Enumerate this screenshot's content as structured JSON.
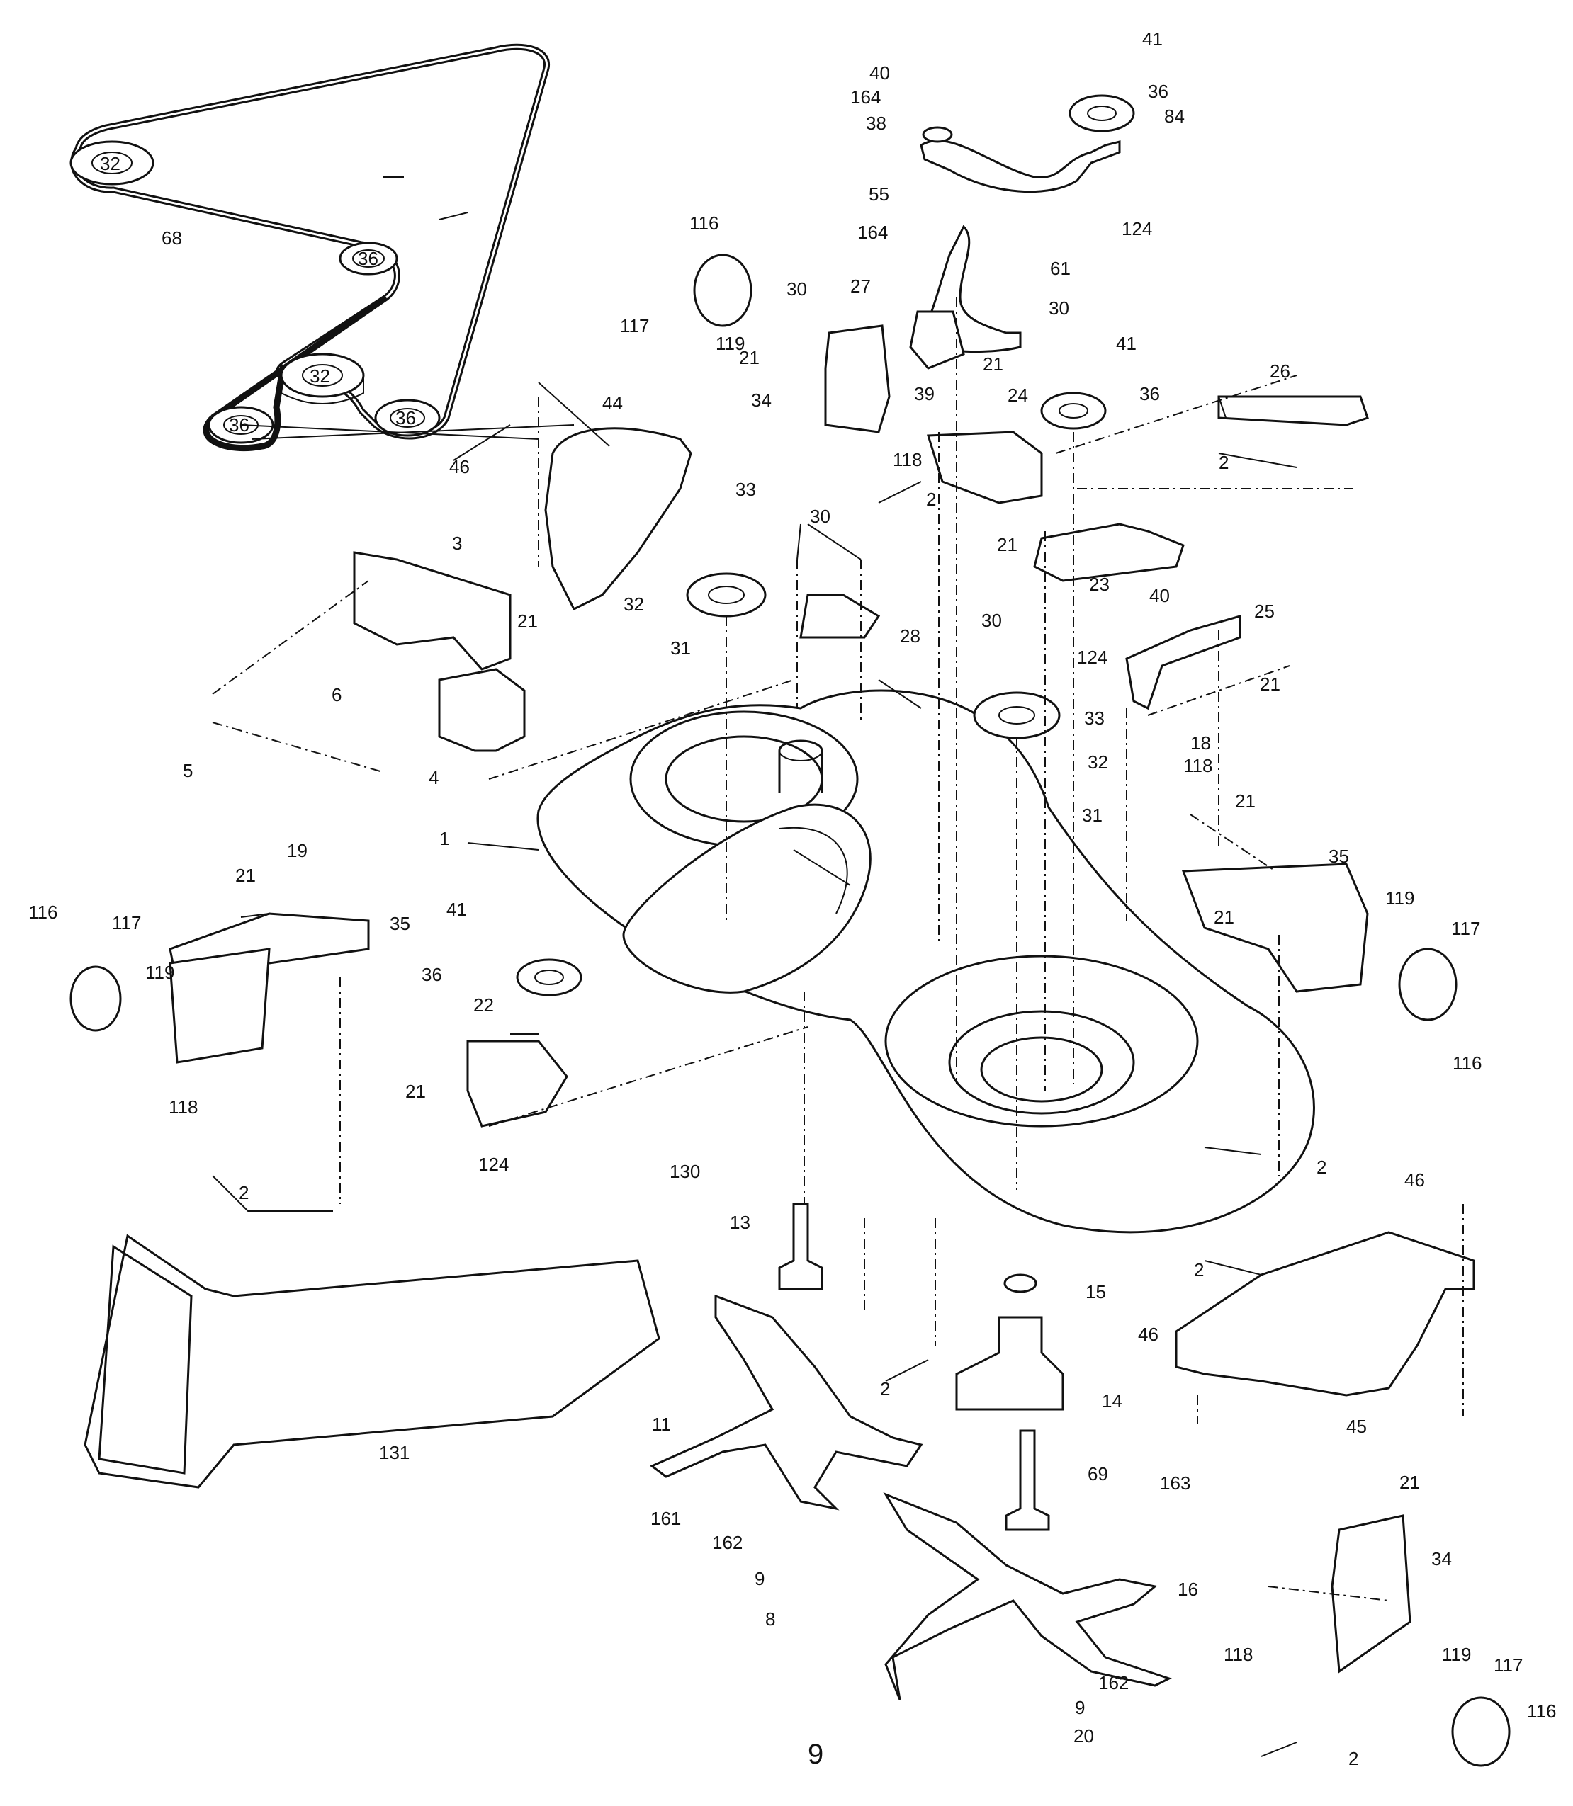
{
  "page": {
    "number": "9"
  },
  "callouts": {
    "c1": "1",
    "c2a": "2",
    "c2b": "2",
    "c2c": "2",
    "c2d": "2",
    "c2e": "2",
    "c2f": "2",
    "c2g": "2",
    "c3": "3",
    "c4": "4",
    "c5": "5",
    "c6": "6",
    "c8": "8",
    "c9a": "9",
    "c9b": "9",
    "c11": "11",
    "c13": "13",
    "c14": "14",
    "c15": "15",
    "c16": "16",
    "c18": "18",
    "c19": "19",
    "c20": "20",
    "c21a": "21",
    "c21b": "21",
    "c21c": "21",
    "c21d": "21",
    "c21e": "21",
    "c21f": "21",
    "c21g": "21",
    "c21h": "21",
    "c21i": "21",
    "c21j": "21",
    "c22": "22",
    "c23": "23",
    "c24": "24",
    "c25": "25",
    "c26": "26",
    "c27": "27",
    "c28": "28",
    "c30a": "30",
    "c30b": "30",
    "c30c": "30",
    "c30d": "30",
    "c31a": "31",
    "c31b": "31",
    "c32a": "32",
    "c32b": "32",
    "c33a": "33",
    "c33b": "33",
    "c34a": "34",
    "c34b": "34",
    "c35a": "35",
    "c35b": "35",
    "c36a": "36",
    "c36b": "36",
    "c36c": "36",
    "c38": "38",
    "c39": "39",
    "c40a": "40",
    "c40b": "40",
    "c41a": "41",
    "c41b": "41",
    "c41c": "41",
    "c44": "44",
    "c45": "45",
    "c46a": "46",
    "c46b": "46",
    "c46c": "46",
    "c55": "55",
    "c61": "61",
    "c68": "68",
    "c69": "69",
    "c84": "84",
    "c116a": "116",
    "c116b": "116",
    "c116c": "116",
    "c116d": "116",
    "c117a": "117",
    "c117b": "117",
    "c117c": "117",
    "c117d": "117",
    "c118a": "118",
    "c118b": "118",
    "c118c": "118",
    "c118d": "118",
    "c119a": "119",
    "c119b": "119",
    "c119c": "119",
    "c119d": "119",
    "c124a": "124",
    "c124b": "124",
    "c124c": "124",
    "c130": "130",
    "c131": "131",
    "c161": "161",
    "c162a": "162",
    "c162b": "162",
    "c163": "163",
    "c164a": "164",
    "c164b": "164"
  },
  "belt_pulley_labels": {
    "p1": "32",
    "p2": "36",
    "p3": "32",
    "p4": "36",
    "p5": "36"
  }
}
